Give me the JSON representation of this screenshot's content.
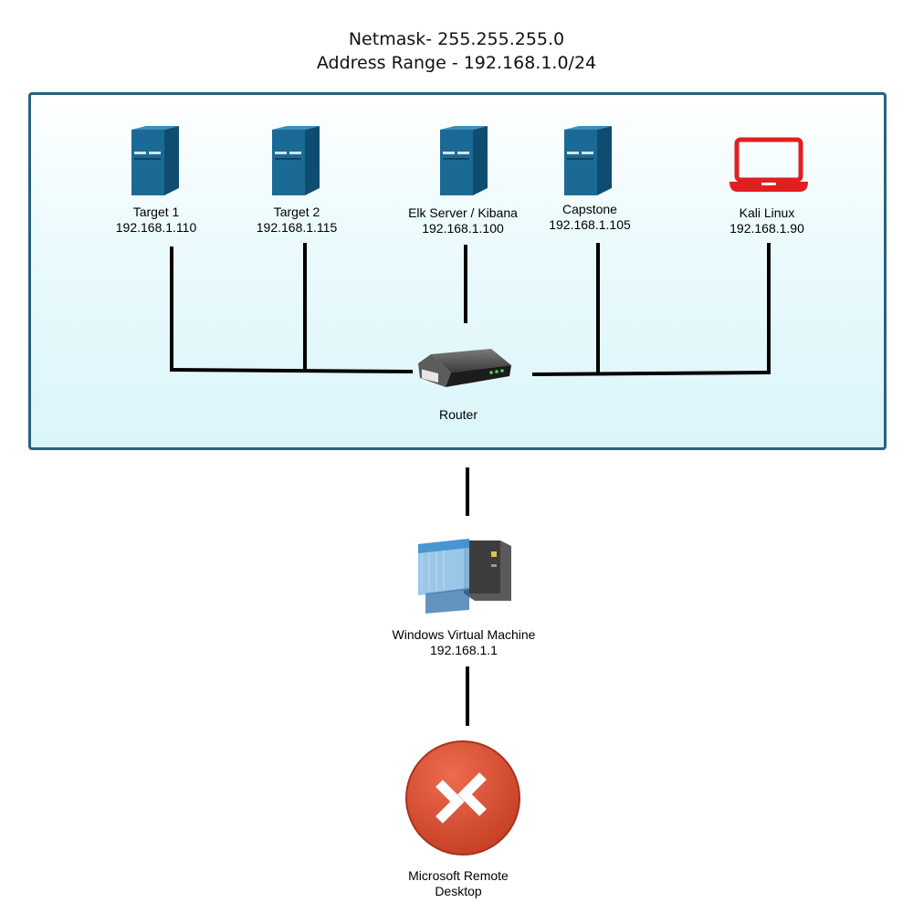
{
  "header": {
    "netmask": "Netmask- 255.255.255.0",
    "address_range": "Address Range - 192.168.1.0/24"
  },
  "nodes": {
    "target1": {
      "name": "Target 1",
      "ip": "192.168.1.110"
    },
    "target2": {
      "name": "Target 2",
      "ip": "192.168.1.115"
    },
    "elk": {
      "name": "Elk Server / Kibana",
      "ip": "192.168.1.100"
    },
    "capstone": {
      "name": "Capstone",
      "ip": "192.168.1.105"
    },
    "kali": {
      "name": "Kali Linux",
      "ip": "192.168.1.90"
    },
    "router": {
      "name": "Router"
    },
    "windows_vm": {
      "name": "Windows Virtual Machine",
      "ip": "192.168.1.1"
    },
    "remote_desktop": {
      "name_line1": "Microsoft Remote",
      "name_line2": "Desktop"
    }
  },
  "colors": {
    "server": "#1b6a96",
    "laptop": "#e21f1f",
    "network_border": "#26637e",
    "remote_desktop": "#d4472e"
  },
  "icons": {
    "server": "server-tower-icon",
    "laptop": "laptop-icon",
    "router": "router-icon",
    "vm": "virtual-machine-icon",
    "rdp": "remote-desktop-icon"
  }
}
